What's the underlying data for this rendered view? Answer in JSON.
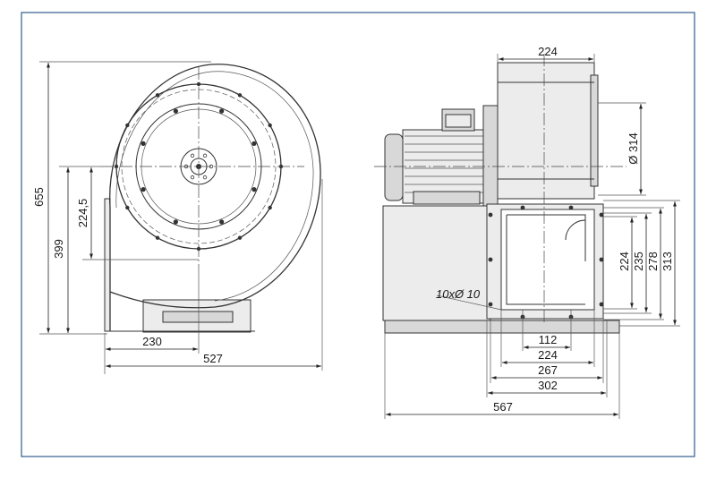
{
  "front_view": {
    "dims": {
      "height_total": "655",
      "height_axis": "399",
      "offset": "224,5",
      "width_outlet": "230",
      "width_total": "527"
    }
  },
  "side_view": {
    "dims": {
      "housing_width": "224",
      "diameter": "Ø 314",
      "hole_note": "10xØ 10",
      "h224": "224",
      "h235": "235",
      "h278": "278",
      "h313": "313",
      "w112": "112",
      "w224": "224",
      "w267": "267",
      "w302": "302",
      "w567": "567"
    }
  }
}
